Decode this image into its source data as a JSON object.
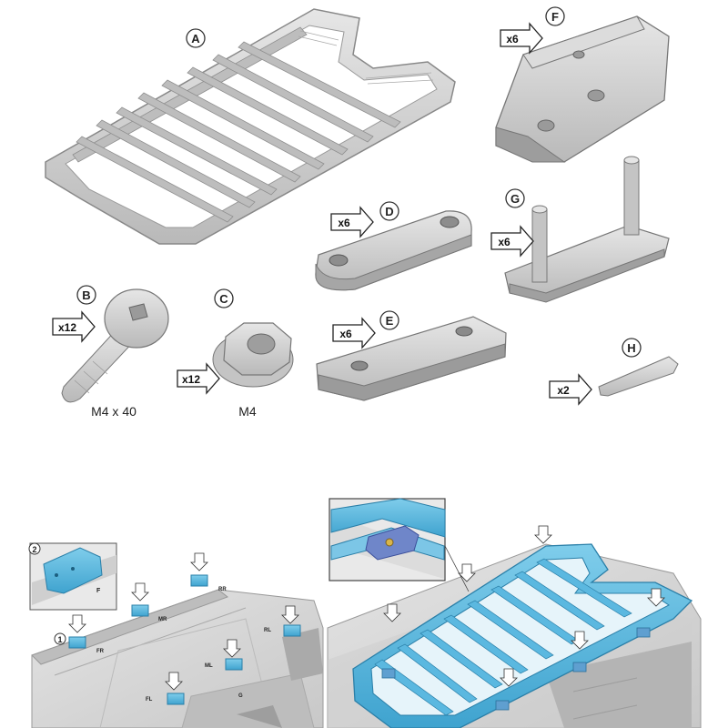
{
  "parts": {
    "A": {
      "letter": "A"
    },
    "B": {
      "letter": "B",
      "qty": "x12",
      "spec": "M4 x 40"
    },
    "C": {
      "letter": "C",
      "qty": "x12",
      "spec": "M4"
    },
    "D": {
      "letter": "D",
      "qty": "x6"
    },
    "E": {
      "letter": "E",
      "qty": "x6"
    },
    "F": {
      "letter": "F",
      "qty": "x6"
    },
    "G": {
      "letter": "G",
      "qty": "x6"
    },
    "H": {
      "letter": "H",
      "qty": "x2"
    }
  },
  "install": {
    "inset_step": "2",
    "inset_part": "F",
    "step1": "1",
    "positions": {
      "rr": "RR",
      "mr": "MR",
      "fr": "FR",
      "rl": "RL",
      "ml": "ML",
      "fl": "FL",
      "g": "G"
    }
  },
  "colors": {
    "part_gray": "#cfcfcf",
    "install_blue": "#4fb3dc",
    "outline": "#555555"
  }
}
